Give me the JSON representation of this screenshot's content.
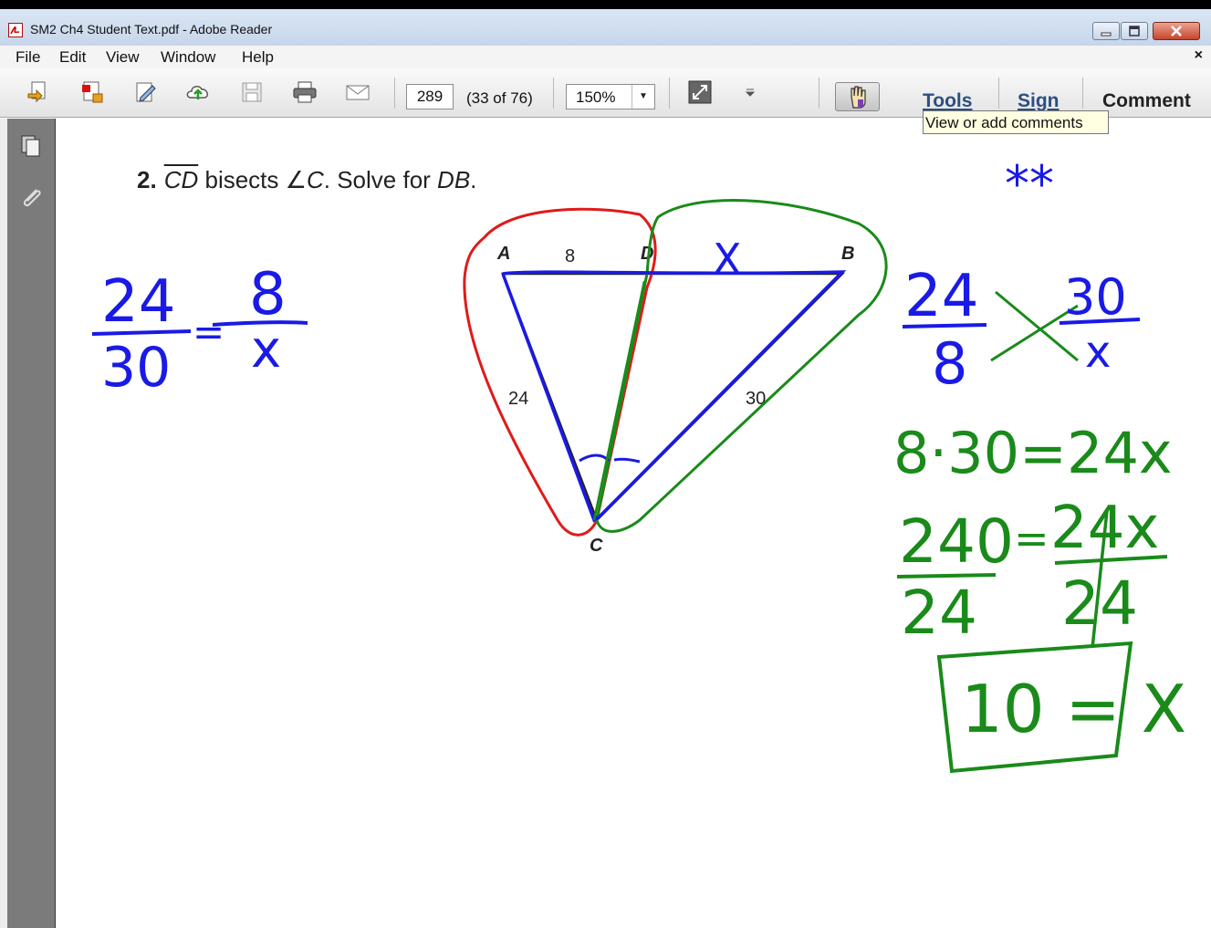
{
  "window": {
    "title": "SM2 Ch4 Student Text.pdf - Adobe Reader"
  },
  "menu": {
    "items": [
      "File",
      "Edit",
      "View",
      "Window",
      "Help"
    ],
    "close_glyph": "×"
  },
  "toolbar": {
    "page_number": "289",
    "page_count": "(33 of 76)",
    "zoom": "150%",
    "tools_label": "Tools",
    "sign_label": "Sign",
    "comment_label": "Comment",
    "tooltip": "View or add comments",
    "icons": [
      "create-pdf-icon",
      "export-pdf-icon",
      "edit-pdf-icon",
      "cloud-upload-icon",
      "save-icon",
      "print-icon",
      "email-icon",
      "fit-window-icon",
      "more-icon",
      "hand-tool-icon"
    ]
  },
  "leftnav": {
    "icons": [
      "pages-icon",
      "attachments-icon"
    ]
  },
  "document": {
    "problem_number": "2.",
    "segment": "CD",
    "text_bisects": "bisects",
    "angle_symbol": "∠",
    "angle_vertex": "C",
    "text_solve": "Solve for",
    "target": "DB",
    "period": ".",
    "vertex_labels": {
      "A": "A",
      "D": "D",
      "B": "B",
      "C": "C"
    },
    "side_labels": {
      "AD": "8",
      "AC": "24",
      "BC": "30"
    },
    "colors": {
      "text": "#222222",
      "ink_blue": "#1a1ae6",
      "ink_green": "#1a8a1a",
      "ink_red": "#e01a1a"
    }
  },
  "handwriting": {
    "top_marks": "**",
    "diagram_x": "X",
    "left_eq": {
      "num1": "24",
      "den1": "30",
      "eq": "=",
      "num2": "8",
      "den2": "x"
    },
    "right_eq": {
      "num1": "24",
      "den1": "8",
      "num2": "30",
      "den2": "x"
    },
    "line1": "8·30=24x",
    "line2_left_num": "240",
    "line2_eq": "=",
    "line2_right_num": "24x",
    "line2_left_den": "24",
    "line2_right_den": "24",
    "answer": "10 = X"
  }
}
